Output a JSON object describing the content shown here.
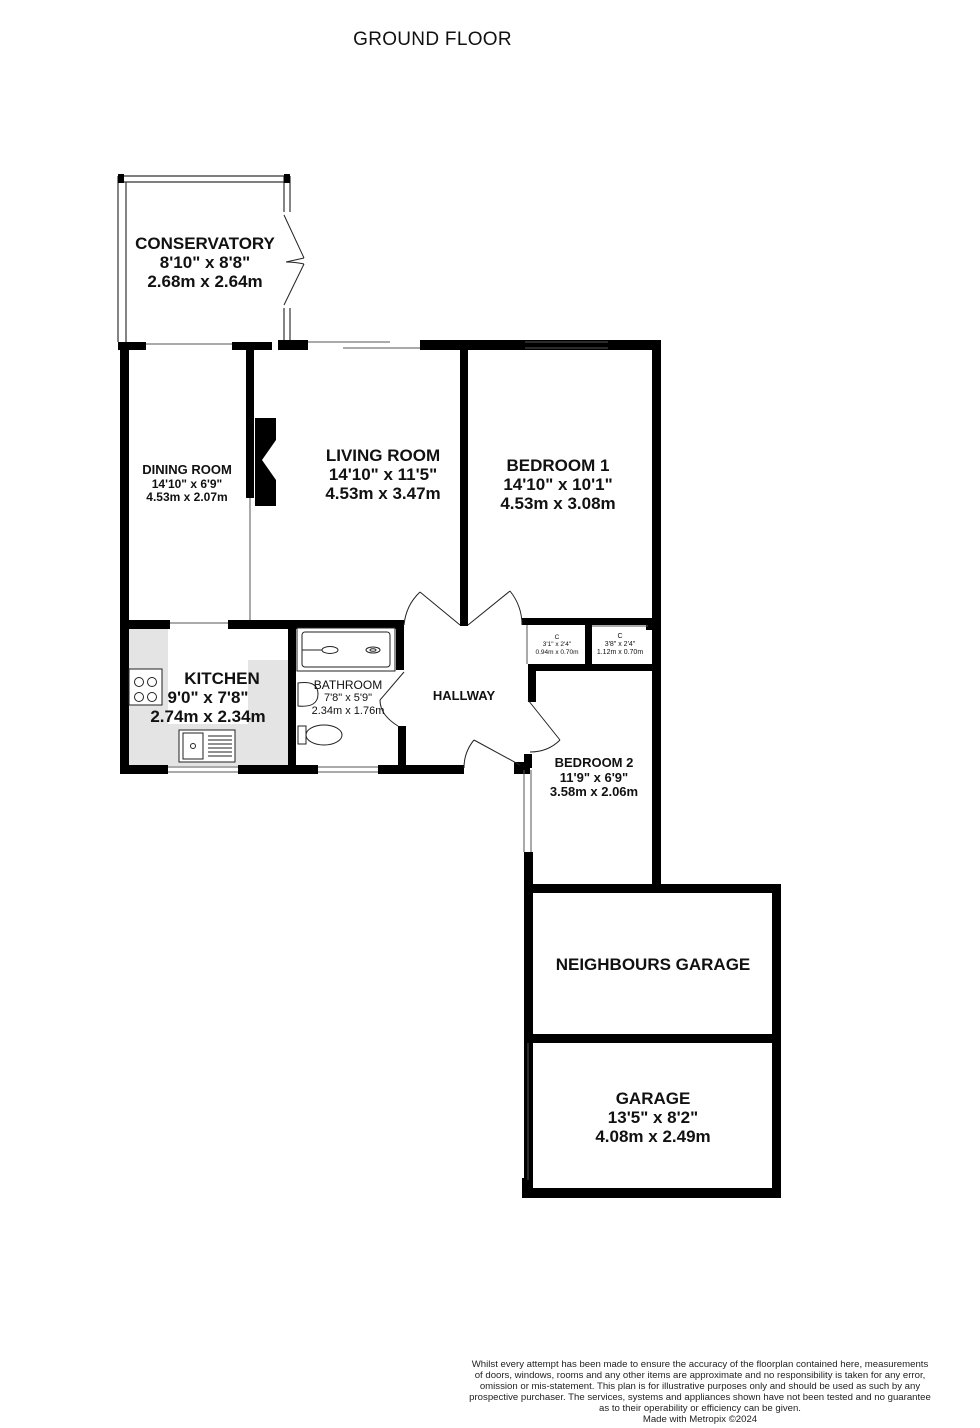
{
  "title": "GROUND FLOOR",
  "rooms": {
    "conservatory": {
      "name": "CONSERVATORY",
      "imperial": "8'10\"  x 8'8\"",
      "metric": "2.68m  x 2.64m"
    },
    "living_room": {
      "name": "LIVING ROOM",
      "imperial": "14'10\"  x 11'5\"",
      "metric": "4.53m  x 3.47m"
    },
    "dining_room": {
      "name": "DINING ROOM",
      "imperial": "14'10\"  x 6'9\"",
      "metric": "4.53m  x 2.07m"
    },
    "bedroom_1": {
      "name": "BEDROOM 1",
      "imperial": "14'10\"  x 10'1\"",
      "metric": "4.53m  x 3.08m"
    },
    "kitchen": {
      "name": "KITCHEN",
      "imperial": "9'0\"  x 7'8\"",
      "metric": "2.74m  x 2.34m"
    },
    "bathroom": {
      "name": "BATHROOM",
      "imperial": "7'8\"  x 5'9\"",
      "metric": "2.34m  x 1.76m"
    },
    "hallway": {
      "name": "HALLWAY"
    },
    "cupboard_1": {
      "name": "C",
      "imperial": "3'1\"  x 2'4\"",
      "metric": "0.94m  x 0.70m"
    },
    "cupboard_2": {
      "name": "C",
      "imperial": "3'8\"  x 2'4\"",
      "metric": "1.12m  x 0.70m"
    },
    "bedroom_2": {
      "name": "BEDROOM 2",
      "imperial": "11'9\"  x 6'9\"",
      "metric": "3.58m  x 2.06m"
    },
    "neighbours_garage": {
      "name": "NEIGHBOURS GARAGE"
    },
    "garage": {
      "name": "GARAGE",
      "imperial": "13'5\"  x 8'2\"",
      "metric": "4.08m  x 2.49m"
    }
  },
  "disclaimer": {
    "lines": [
      "Whilst every attempt has been made to ensure the accuracy of the floorplan contained here, measurements",
      "of doors, windows, rooms and any other items are approximate and no responsibility is taken for any error,",
      "omission or mis-statement. This plan is for illustrative purposes only and should be used as such by any",
      "prospective purchaser. The services, systems and appliances shown have not been tested and no guarantee",
      "as to their operability or efficiency can be given."
    ],
    "credit": "Made with Metropix ©2024"
  },
  "colors": {
    "wall": "#000000",
    "kitchen_floor": "#e4e4e4",
    "background": "#ffffff"
  }
}
